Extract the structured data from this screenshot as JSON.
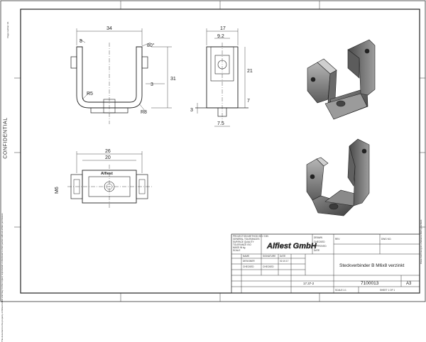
{
  "sheet": {
    "confidential": "CONFIDENTIAL",
    "side_note_top": "Page number 1/1",
    "side_note_bottom": "This document is the property of Alfiest GmbH and may not be copied, reproduced or disclosed to third parties without written permission.",
    "right_note": "Diese Zeichnung ist urheberrechtlich geschützt."
  },
  "front_view": {
    "dim_width": "34",
    "dim_8": "8",
    "dim_angle": "80°",
    "dim_31": "31",
    "dim_3": "3",
    "dim_r5": "R5",
    "dim_r8": "R8"
  },
  "side_view": {
    "dim_17": "17",
    "dim_9_2": "9.2",
    "dim_21": "21",
    "dim_7": "7",
    "dim_3": "3",
    "dim_7_5": "7.5"
  },
  "top_view": {
    "dim_26": "26",
    "dim_20": "20",
    "dim_m6": "M6",
    "logo_text": "Alfiest"
  },
  "title_block": {
    "company": "Alfiest GmbH",
    "notice_lines": [
      "PROJECTION METHOD ISO / DIN",
      "GENERAL TOLERANCES",
      "SURFACE QUALITY",
      "TOLERANCE ISO",
      "MASS IN kg",
      "SCALE"
    ],
    "field_labels": [
      "DRAWN",
      "CHECKED",
      "APPROVED",
      "DATE"
    ],
    "rows": [
      [
        "NAME",
        "SIGNATURE",
        "DATE"
      ],
      [
        "DESIGNER",
        "",
        "02.10.17"
      ],
      [
        "CHECKED",
        "CHECKED",
        ""
      ],
      [
        "",
        "",
        ""
      ],
      [
        "",
        "",
        ""
      ]
    ],
    "title": "Steckverbinder B M6x8 verzinkt",
    "drawing_number": "7100013",
    "material": "17.37-2",
    "sheet_size": "A3",
    "sheet_no": "SHEET 1 OF 1",
    "scale_label": "SCALE:1:1",
    "rev_label": "REV",
    "dwg_label": "DWG NO."
  }
}
